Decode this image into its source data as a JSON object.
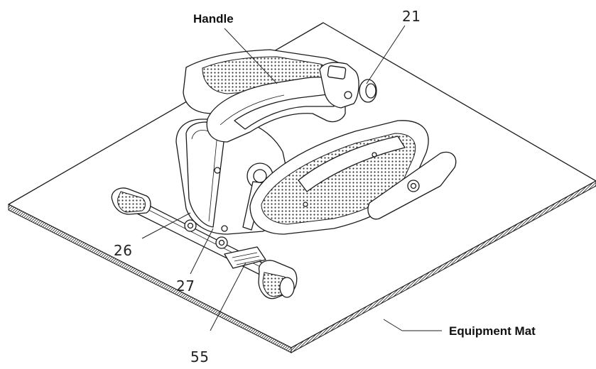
{
  "labels": {
    "handle": "Handle",
    "part_21": "21",
    "part_26": "26",
    "part_27": "27",
    "part_55": "55",
    "equipment_mat": "Equipment Mat"
  }
}
